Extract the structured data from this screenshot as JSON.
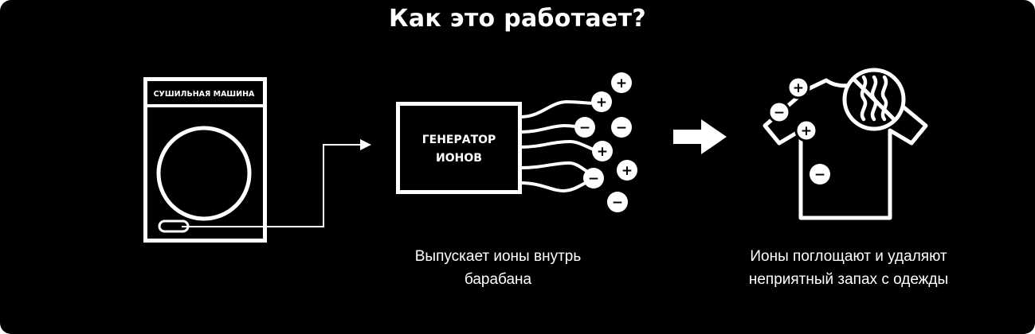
{
  "title": "Как это работает?",
  "dryer": {
    "label": "СУШИЛЬНАЯ МАШИНА"
  },
  "generator": {
    "line1": "ГЕНЕРАТОР",
    "line2": "ИОНОВ"
  },
  "captions": {
    "generator_line1": "Выпускает ионы внутрь",
    "generator_line2": "барабана",
    "shirt_line1": "Ионы поглощают и удаляют",
    "shirt_line2": "неприятный запах с одежды"
  },
  "ion_signs": {
    "plus": "+",
    "minus": "−"
  },
  "colors": {
    "background": "#000000",
    "foreground": "#ffffff"
  }
}
